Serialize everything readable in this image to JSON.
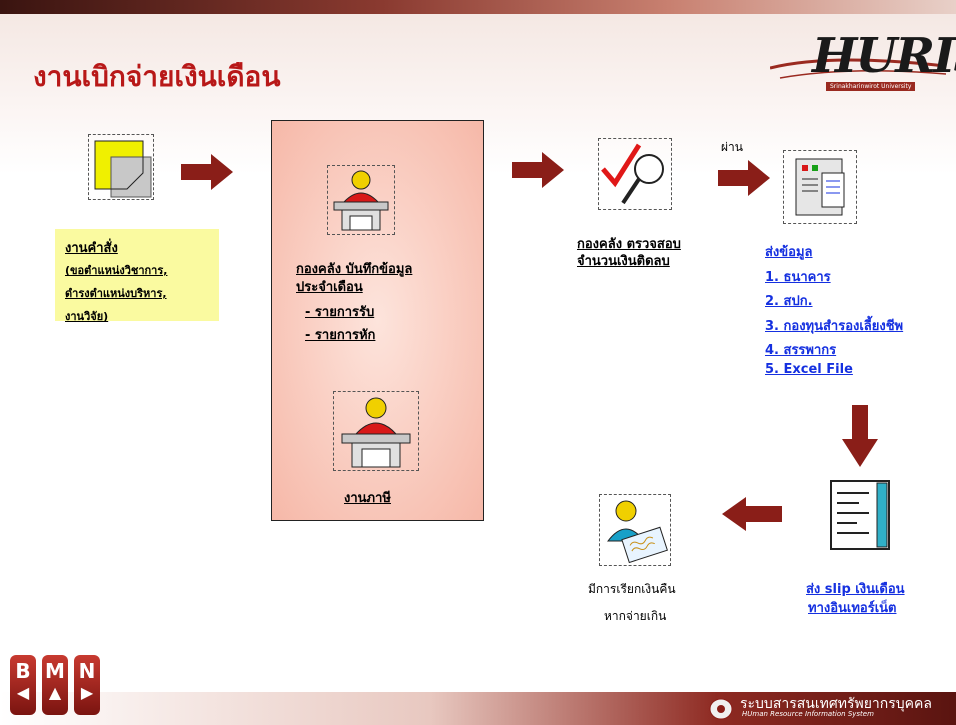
{
  "slide": {
    "title": "งานเบิกจ่ายเงินเดือน",
    "logo": {
      "text": "HURIS",
      "subtitle": "Srinakharinwirot University"
    },
    "note": {
      "lines": [
        "งานคำสั่ง",
        "(ขอตำแหน่งวิชาการ,",
        "ดำรงตำแหน่งบริหาร,",
        "งานวิจัย)"
      ]
    },
    "panel": {
      "record_title_line1": "กองคลัง บันทึกข้อมูล",
      "record_title_line2": "ประจำเดือน",
      "income_item": "- รายการรับ",
      "deduct_item": "- รายการหัก",
      "tax_label": "งานภาษี"
    },
    "verify": {
      "line1": "กองคลัง ตรวจสอบ",
      "line2": "จำนวนเงินติดลบ"
    },
    "pass_label": "ผ่าน",
    "send_data": {
      "title": "ส่งข้อมูล",
      "items": [
        "1. ธนาคาร",
        "2. สปก.",
        "3. กองทุนสำรองเลี้ยงชีพ",
        "4. สรรพากร",
        "5. Excel File"
      ]
    },
    "slip": {
      "line1": "ส่ง slip เงินเดือน",
      "line2": "ทางอินเทอร์เน็ต"
    },
    "refund": {
      "line1": "มีการเรียกเงินคืน",
      "line2": "หากจ่ายเกิน"
    },
    "nav": {
      "b": "B",
      "m": "M",
      "n": "N"
    },
    "footer": {
      "text": "ระบบสารสนเทศทรัพยากรบุคคล",
      "sub": "HUman Resource Information System"
    }
  },
  "colors": {
    "title": "#b81818",
    "arrow": "#8a1e18",
    "link": "#1530e0",
    "note_bg": "#fafaa0",
    "panel_bg": "#f6b8a8"
  }
}
